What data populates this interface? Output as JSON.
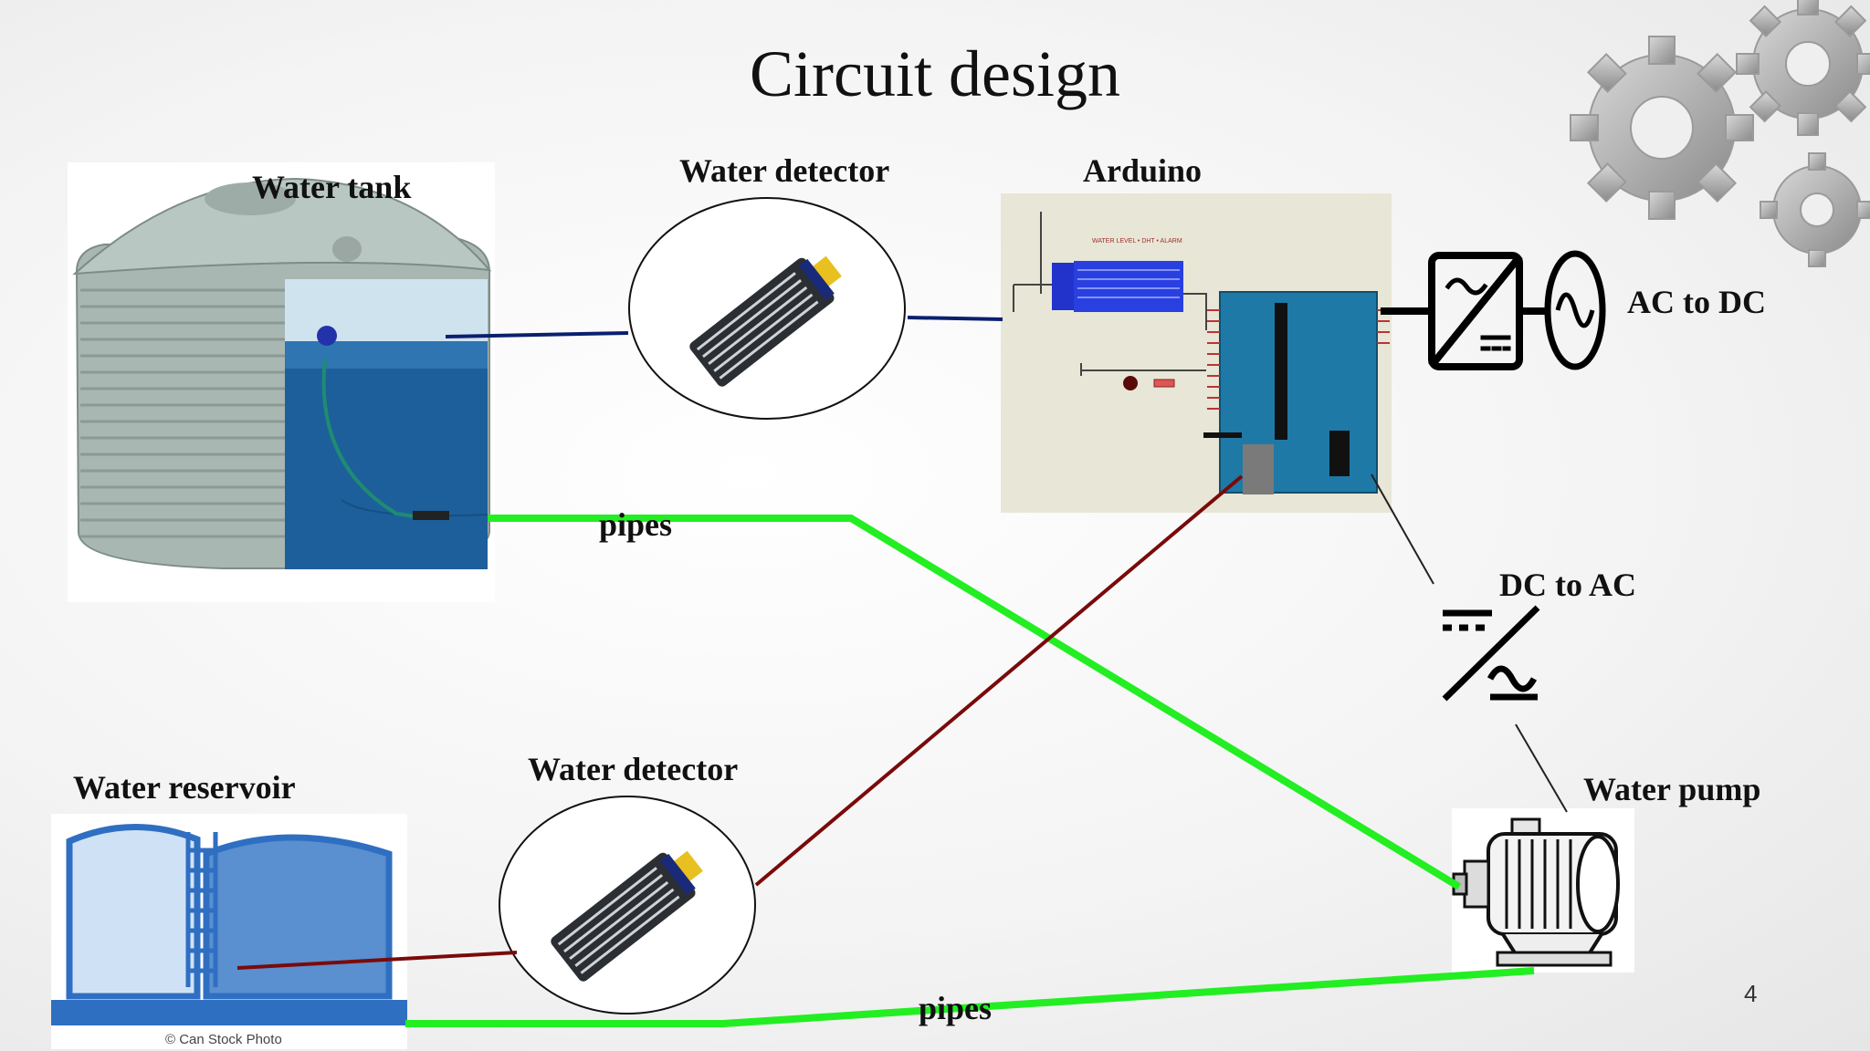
{
  "slide": {
    "title": "Circuit design",
    "page_number": "4"
  },
  "labels": {
    "water_tank": "Water tank",
    "water_detector_top": "Water detector",
    "arduino": "Arduino",
    "ac_to_dc": "AC to DC",
    "dc_to_ac": "DC to AC",
    "water_reservoir": "Water reservoir",
    "water_detector_bottom": "Water detector",
    "water_pump": "Water pump",
    "pipes_top": "pipes",
    "pipes_bottom": "pipes"
  },
  "watermark": "© Can Stock Photo",
  "colors": {
    "pipe": "#22ee22",
    "signal_wire": "#0b1f6e",
    "power_wire": "#7a0a0a",
    "thin_wire": "#222222",
    "tank_water": "#1d5f9a",
    "reservoir": "#2f6fc2"
  },
  "icons": [
    "gears-icon",
    "water-tank-icon",
    "water-sensor-icon",
    "arduino-schematic-icon",
    "ac-dc-converter-icon",
    "ac-source-icon",
    "dc-ac-inverter-icon",
    "water-reservoir-icon",
    "water-pump-motor-icon"
  ]
}
